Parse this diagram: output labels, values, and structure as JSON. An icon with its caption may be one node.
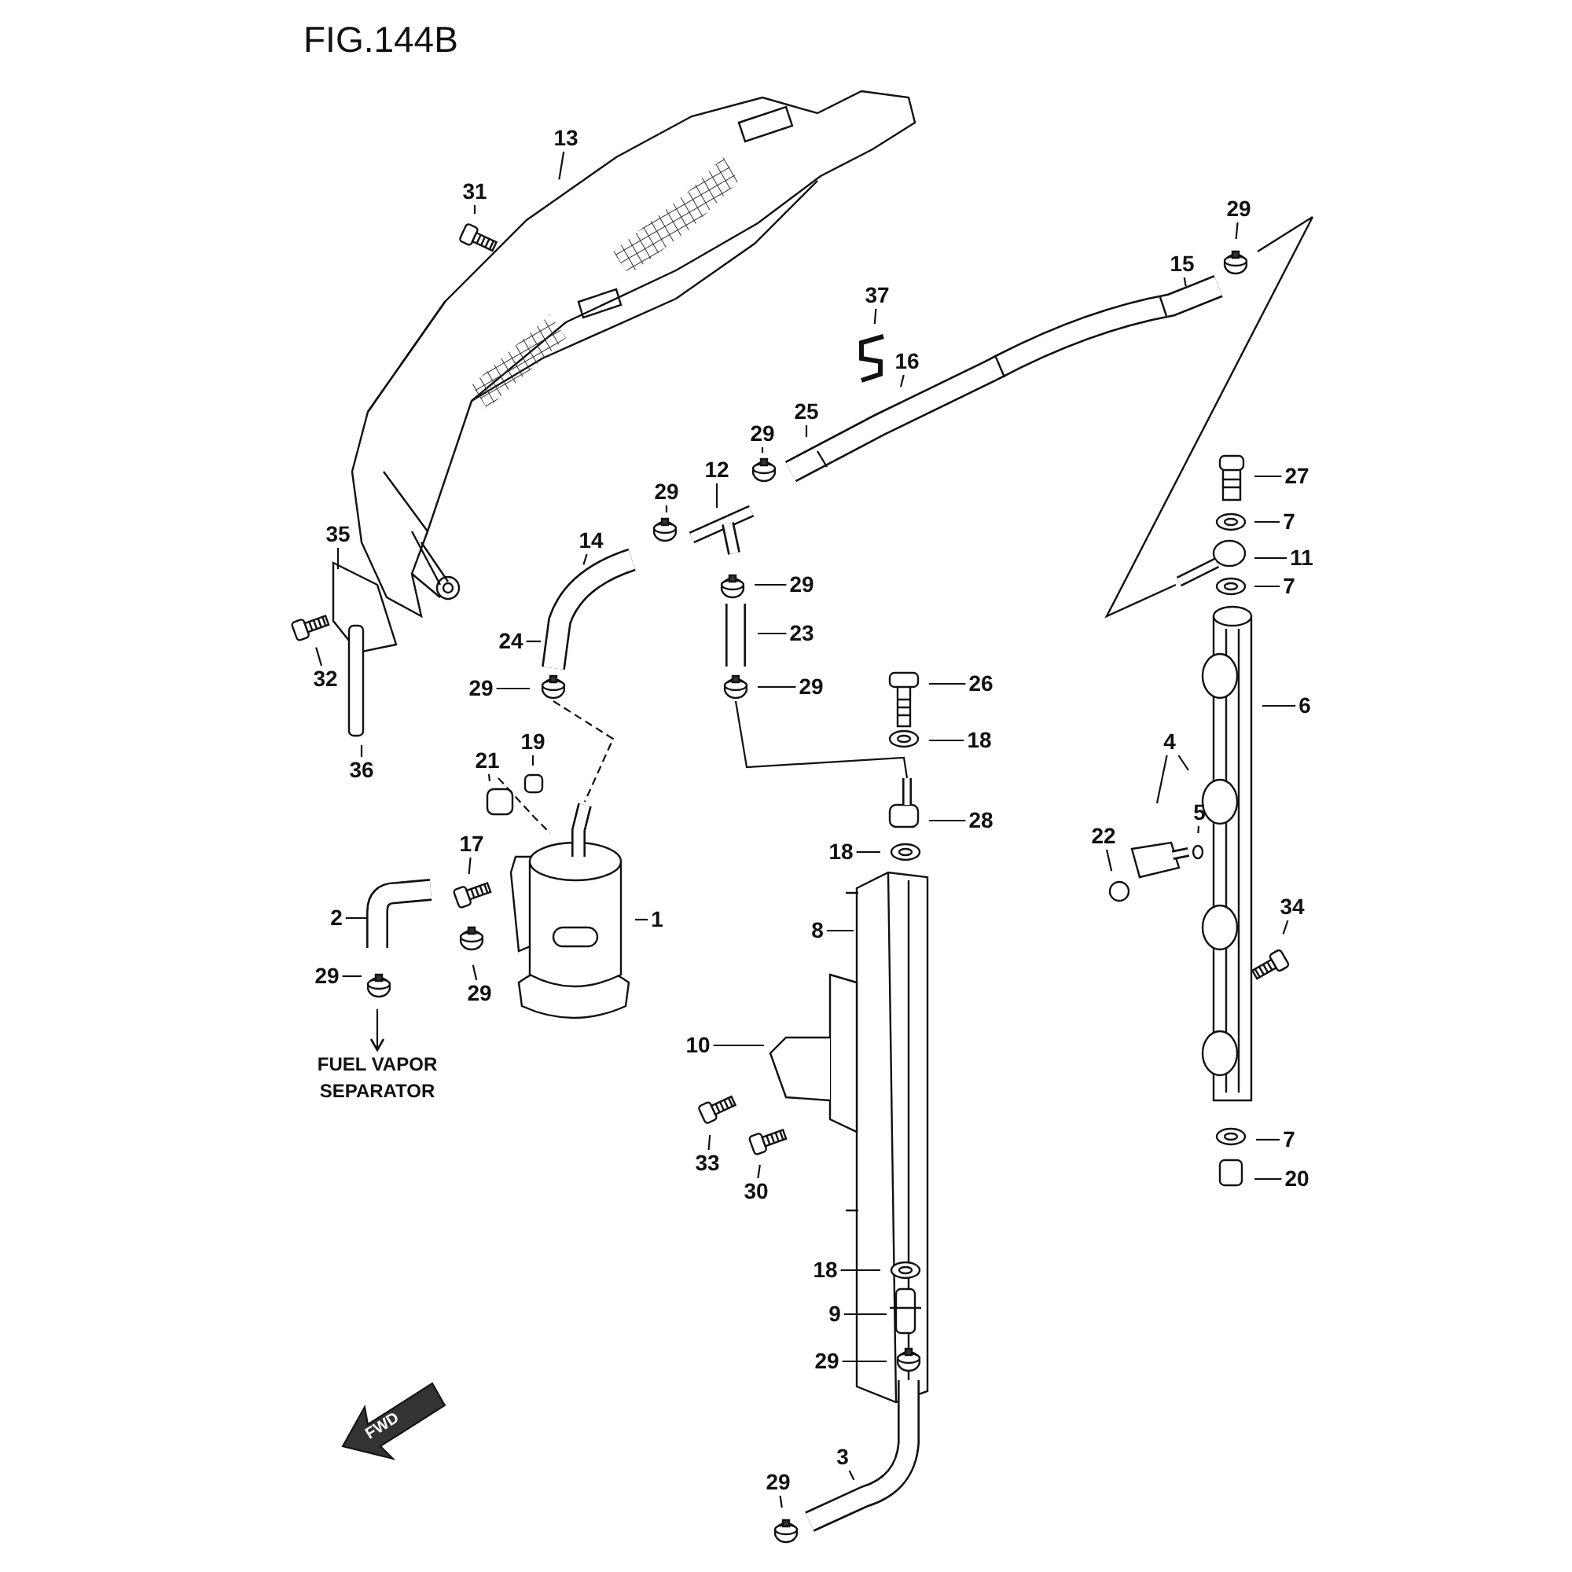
{
  "diagram": {
    "title": "FIG.144B",
    "nodes": [
      {
        "text": [
          "13"
        ]
      },
      {
        "text": [
          "31"
        ]
      },
      {
        "text": [
          "29"
        ]
      },
      {
        "text": [
          "15"
        ]
      },
      {
        "text": [
          "37"
        ]
      },
      {
        "text": [
          "16"
        ]
      },
      {
        "text": [
          "25"
        ]
      },
      {
        "text": [
          "29"
        ]
      },
      {
        "text": [
          "12"
        ]
      },
      {
        "text": [
          "29"
        ]
      },
      {
        "text": [
          "27"
        ]
      },
      {
        "text": [
          "7"
        ]
      },
      {
        "text": [
          "14"
        ]
      },
      {
        "text": [
          "11"
        ]
      },
      {
        "text": [
          "35"
        ]
      },
      {
        "text": [
          "7"
        ]
      },
      {
        "text": [
          "29"
        ]
      },
      {
        "text": [
          "23"
        ]
      },
      {
        "text": [
          "24"
        ]
      },
      {
        "text": [
          "32"
        ]
      },
      {
        "text": [
          "29"
        ]
      },
      {
        "text": [
          "29"
        ]
      },
      {
        "text": [
          "26"
        ]
      },
      {
        "text": [
          "6"
        ]
      },
      {
        "text": [
          "18"
        ]
      },
      {
        "text": [
          "4"
        ]
      },
      {
        "text": [
          "19"
        ]
      },
      {
        "text": [
          "21"
        ]
      },
      {
        "text": [
          "36"
        ]
      },
      {
        "text": [
          "5"
        ]
      },
      {
        "text": [
          "28"
        ]
      },
      {
        "text": [
          "22"
        ]
      },
      {
        "text": [
          "17"
        ]
      },
      {
        "text": [
          "18"
        ]
      },
      {
        "text": [
          "34"
        ]
      },
      {
        "text": [
          "2"
        ]
      },
      {
        "text": [
          "1"
        ]
      },
      {
        "text": [
          "8"
        ]
      },
      {
        "text": [
          "29"
        ]
      },
      {
        "text": [
          "29"
        ]
      },
      {
        "text": [
          "10"
        ]
      },
      {
        "text": [
          "FUEL VAPOR SEPARATOR"
        ]
      },
      {
        "text": [
          "7"
        ]
      },
      {
        "text": [
          "33"
        ]
      },
      {
        "text": [
          "20"
        ]
      },
      {
        "text": [
          "30"
        ]
      },
      {
        "text": [
          "18"
        ]
      },
      {
        "text": [
          "9"
        ]
      },
      {
        "text": [
          "29"
        ]
      },
      {
        "text": [
          "3"
        ]
      },
      {
        "text": [
          "29"
        ]
      }
    ],
    "edges": [
      {
        "from": 0,
        "to": null,
        "arrow": "none"
      },
      {
        "from": 1,
        "to": null,
        "arrow": "none"
      },
      {
        "from": 2,
        "to": null,
        "arrow": "none"
      },
      {
        "from": 3,
        "to": null,
        "arrow": "none"
      },
      {
        "from": 4,
        "to": null,
        "arrow": "none"
      },
      {
        "from": 5,
        "to": null,
        "arrow": "none"
      },
      {
        "from": 6,
        "to": null,
        "arrow": "none"
      },
      {
        "from": 7,
        "to": null,
        "arrow": "none"
      },
      {
        "from": 8,
        "to": null,
        "arrow": "none"
      },
      {
        "from": 9,
        "to": null,
        "arrow": "none"
      },
      {
        "from": 10,
        "to": null,
        "arrow": "none"
      },
      {
        "from": 11,
        "to": null,
        "arrow": "none"
      },
      {
        "from": 12,
        "to": null,
        "arrow": "none"
      },
      {
        "from": 13,
        "to": null,
        "arrow": "none"
      },
      {
        "from": 14,
        "to": null,
        "arrow": "none"
      },
      {
        "from": 15,
        "to": null,
        "arrow": "none"
      },
      {
        "from": 16,
        "to": null,
        "arrow": "none"
      },
      {
        "from": 17,
        "to": null,
        "arrow": "none"
      },
      {
        "from": 18,
        "to": null,
        "arrow": "none"
      },
      {
        "from": 19,
        "to": null,
        "arrow": "none"
      },
      {
        "from": 20,
        "to": null,
        "arrow": "none"
      },
      {
        "from": 21,
        "to": null,
        "arrow": "none"
      },
      {
        "from": 22,
        "to": null,
        "arrow": "none"
      },
      {
        "from": 23,
        "to": null,
        "arrow": "none"
      },
      {
        "from": 24,
        "to": null,
        "arrow": "none"
      },
      {
        "from": 25,
        "to": null,
        "arrow": "none"
      },
      {
        "from": 25,
        "to": null,
        "arrow": "none"
      },
      {
        "from": 26,
        "to": null,
        "arrow": "none"
      },
      {
        "from": 27,
        "to": null,
        "arrow": "none"
      },
      {
        "from": 28,
        "to": null,
        "arrow": "none"
      },
      {
        "from": 29,
        "to": null,
        "arrow": "none"
      },
      {
        "from": 30,
        "to": null,
        "arrow": "none"
      },
      {
        "from": 31,
        "to": null,
        "arrow": "none"
      },
      {
        "from": 32,
        "to": null,
        "arrow": "none"
      },
      {
        "from": 33,
        "to": null,
        "arrow": "none"
      },
      {
        "from": 34,
        "to": null,
        "arrow": "none"
      },
      {
        "from": 35,
        "to": null,
        "arrow": "none"
      },
      {
        "from": 36,
        "to": null,
        "arrow": "none"
      },
      {
        "from": 37,
        "to": null,
        "arrow": "none"
      },
      {
        "from": 38,
        "to": null,
        "arrow": "none"
      },
      {
        "from": 39,
        "to": null,
        "arrow": "none"
      },
      {
        "from": 40,
        "to": null,
        "arrow": "none"
      },
      {
        "from": null,
        "to": 41,
        "arrow": "to"
      },
      {
        "from": 42,
        "to": null,
        "arrow": "none"
      },
      {
        "from": 43,
        "to": null,
        "arrow": "none"
      },
      {
        "from": 44,
        "to": null,
        "arrow": "none"
      },
      {
        "from": 45,
        "to": null,
        "arrow": "none"
      },
      {
        "from": 46,
        "to": null,
        "arrow": "none"
      },
      {
        "from": 47,
        "to": null,
        "arrow": "none"
      },
      {
        "from": 48,
        "to": null,
        "arrow": "none"
      },
      {
        "from": 49,
        "to": null,
        "arrow": "none"
      },
      {
        "from": 50,
        "to": null,
        "arrow": "none"
      }
    ],
    "labels": [
      "FWD"
    ]
  }
}
